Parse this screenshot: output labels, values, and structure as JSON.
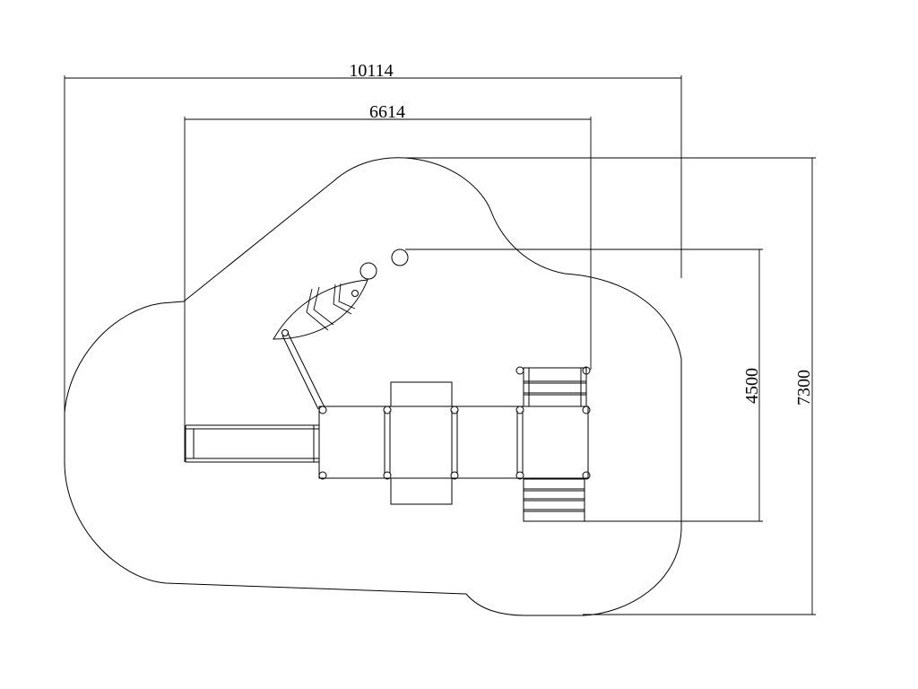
{
  "dimensions": {
    "overall_width": "10114",
    "inner_width": "6614",
    "inner_height": "4500",
    "overall_height": "7300"
  }
}
